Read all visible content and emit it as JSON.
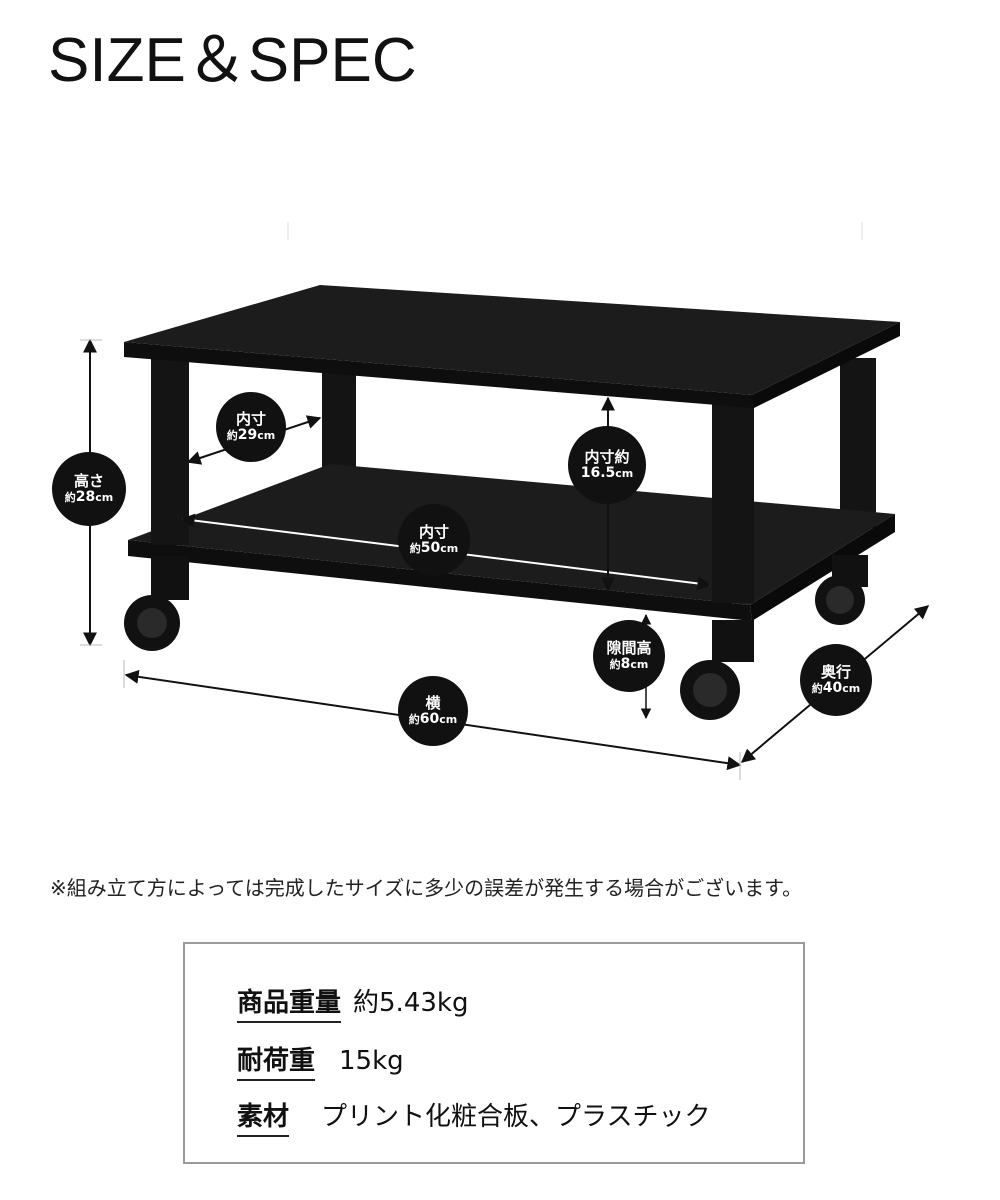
{
  "title": "SIZE＆SPEC",
  "dimensions": {
    "height": {
      "label": "高さ",
      "pre": "約",
      "value": "28",
      "unit": "cm"
    },
    "inner_depth": {
      "label": "内寸",
      "pre": "約",
      "value": "29",
      "unit": "cm"
    },
    "inner_width": {
      "label": "内寸",
      "pre": "約",
      "value": "50",
      "unit": "cm"
    },
    "inner_height": {
      "label": "内寸約",
      "pre": "",
      "value": "16.5",
      "unit": "cm"
    },
    "clearance": {
      "label": "隙間高",
      "pre": "約",
      "value": "8",
      "unit": "cm"
    },
    "width": {
      "label": "横",
      "pre": "約",
      "value": "60",
      "unit": "cm"
    },
    "depth": {
      "label": "奥行",
      "pre": "約",
      "value": "40",
      "unit": "cm"
    }
  },
  "note": "※組み立て方によっては完成したサイズに多少の誤差が発生する場合がございます。",
  "specs": [
    {
      "key": "商品重量",
      "value": "約5.43kg"
    },
    {
      "key": "耐荷重",
      "value": "15kg"
    },
    {
      "key": "素材",
      "value": "プリント化粧合板、プラスチック"
    }
  ],
  "colors": {
    "product": "#1a1a1a",
    "label_bg": "#111111",
    "box_border": "#9a9a9a"
  }
}
